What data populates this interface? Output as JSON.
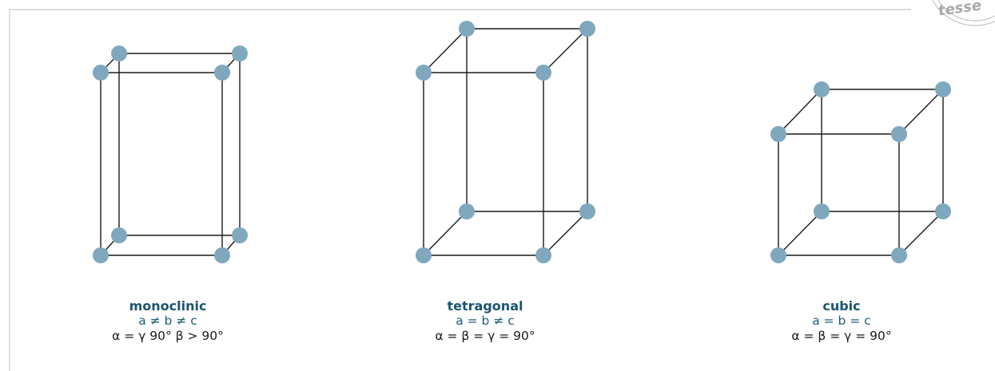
{
  "watermark": {
    "text": "tesse"
  },
  "colors": {
    "atom": "#7fa8bf",
    "edge": "#1a1a1a",
    "caption": "#1c5f7a"
  },
  "cells": [
    {
      "id": "monoclinic",
      "name": "monoclinic",
      "relation": "a ≠ b ≠ c",
      "angles": "α = γ 90°  β > 90°"
    },
    {
      "id": "tetragonal",
      "name": "tetragonal",
      "relation": "a = b ≠ c",
      "angles": "α = β = γ = 90°"
    },
    {
      "id": "cubic",
      "name": "cubic",
      "relation": "a = b = c",
      "angles": "α = β = γ = 90°"
    }
  ]
}
